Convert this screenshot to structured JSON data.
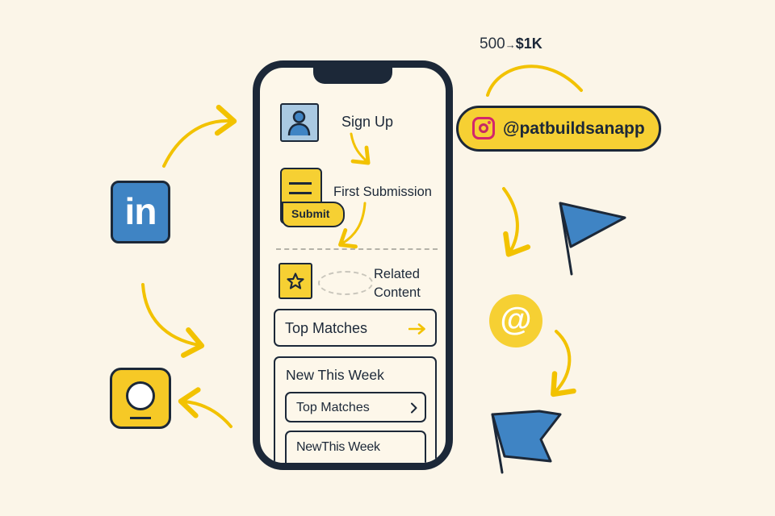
{
  "phone": {
    "steps": {
      "sign_up": "Sign Up",
      "first_submission": "First Submission",
      "submit_button": "Submit",
      "related_content_line1": "Related",
      "related_content_line2": "Content"
    },
    "top_matches_card": {
      "label": "Top Matches",
      "icon": "arrow-right-icon"
    },
    "new_this_week_panel": {
      "title": "New This Week",
      "items": [
        {
          "label": "Top Matches",
          "icon": "chevron-right-icon"
        },
        {
          "label": "NewThis Week"
        }
      ]
    }
  },
  "instagram": {
    "handle": "@patbuildsanapp",
    "icon": "instagram-icon"
  },
  "growth_label": {
    "from": "500",
    "arrow": "→",
    "to": "$1K"
  },
  "side_icons": {
    "linkedin": {
      "text": "in",
      "icon": "linkedin-icon"
    },
    "app": {
      "icon": "app-tile-icon"
    },
    "email": {
      "text": "@",
      "icon": "at-sign-icon"
    },
    "flags": [
      "flag-icon",
      "flag-icon"
    ]
  },
  "colors": {
    "background": "#FBF5E8",
    "outline": "#1C2838",
    "yellow": "#F6D033",
    "blue": "#3F84C4",
    "instagram": "#D3266C"
  }
}
